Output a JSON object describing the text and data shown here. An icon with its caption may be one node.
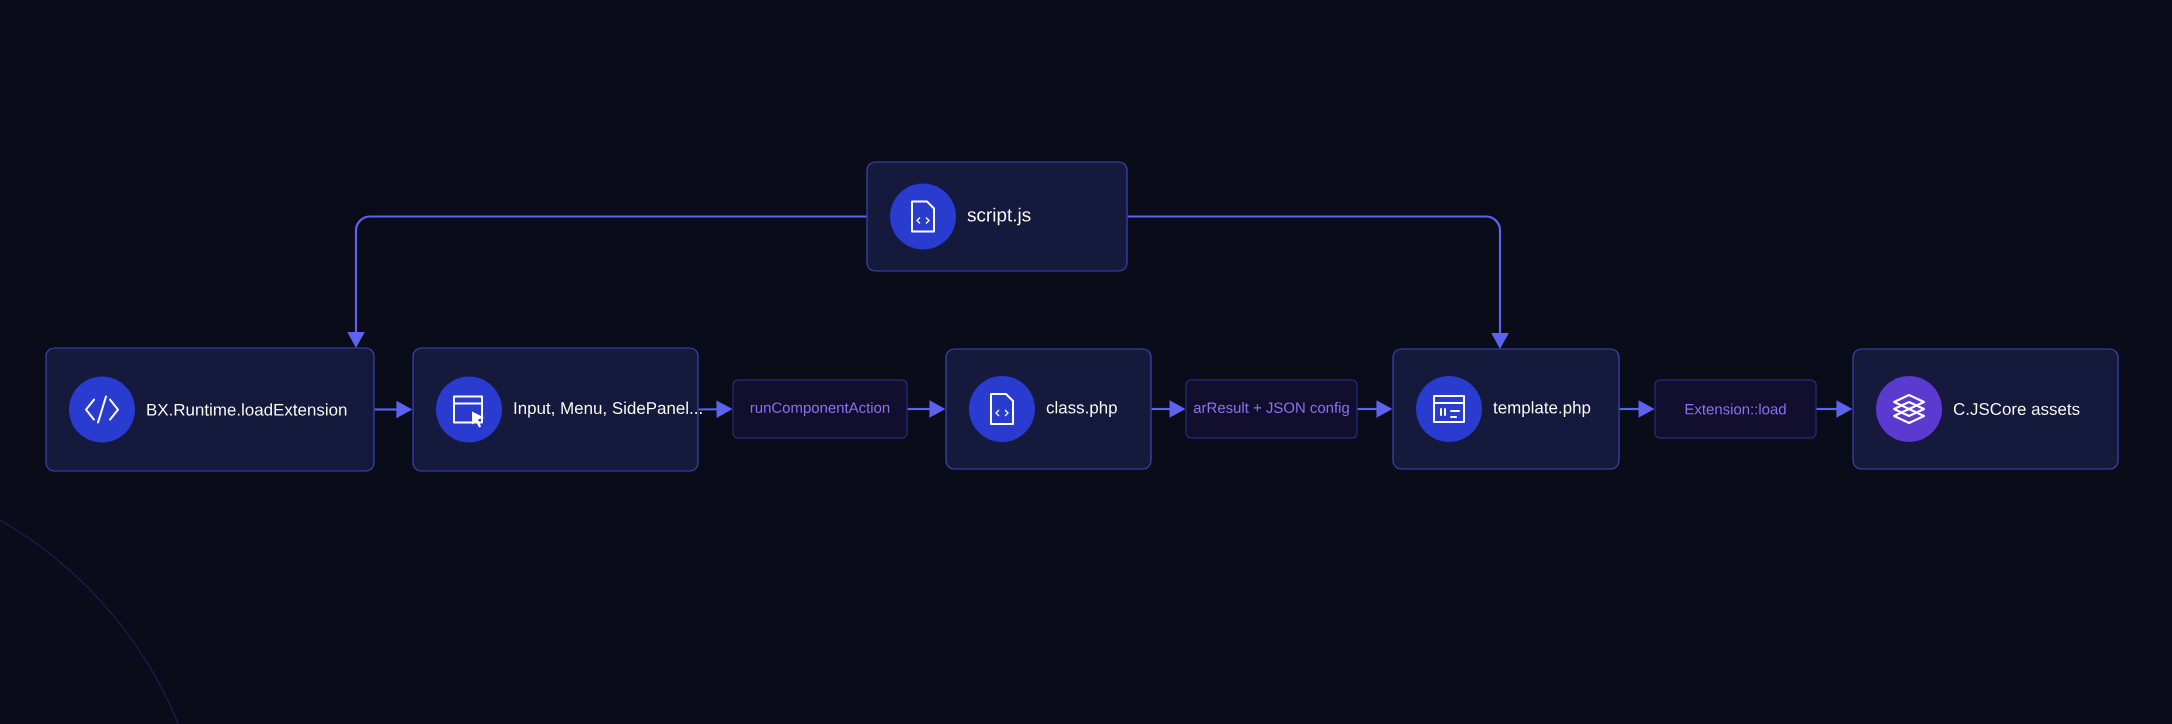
{
  "diagram": {
    "nodes": [
      {
        "text": [
          "script.js"
        ]
      },
      {
        "text": [
          "BX.Runtime.loadExtension"
        ]
      },
      {
        "text": [
          "Input, Menu, SidePanel..."
        ]
      },
      {
        "text": [
          "runComponentAction"
        ]
      },
      {
        "text": [
          "class.php"
        ]
      },
      {
        "text": [
          "arResult + JSON config"
        ]
      },
      {
        "text": [
          "template.php"
        ]
      },
      {
        "text": [
          "Extension::load"
        ]
      },
      {
        "text": [
          "C.JSCore assets"
        ]
      }
    ],
    "edges": [
      {
        "from": 0,
        "to": 1,
        "arrow": "to"
      },
      {
        "from": 0,
        "to": 6,
        "arrow": "to"
      },
      {
        "from": 1,
        "to": 2,
        "arrow": "to"
      },
      {
        "from": 2,
        "to": 3,
        "arrow": "to"
      },
      {
        "from": 3,
        "to": 4,
        "arrow": "to"
      },
      {
        "from": 4,
        "to": 5,
        "arrow": "to"
      },
      {
        "from": 5,
        "to": 6,
        "arrow": "to"
      },
      {
        "from": 6,
        "to": 7,
        "arrow": "to"
      },
      {
        "from": 7,
        "to": 8,
        "arrow": "to"
      }
    ]
  }
}
